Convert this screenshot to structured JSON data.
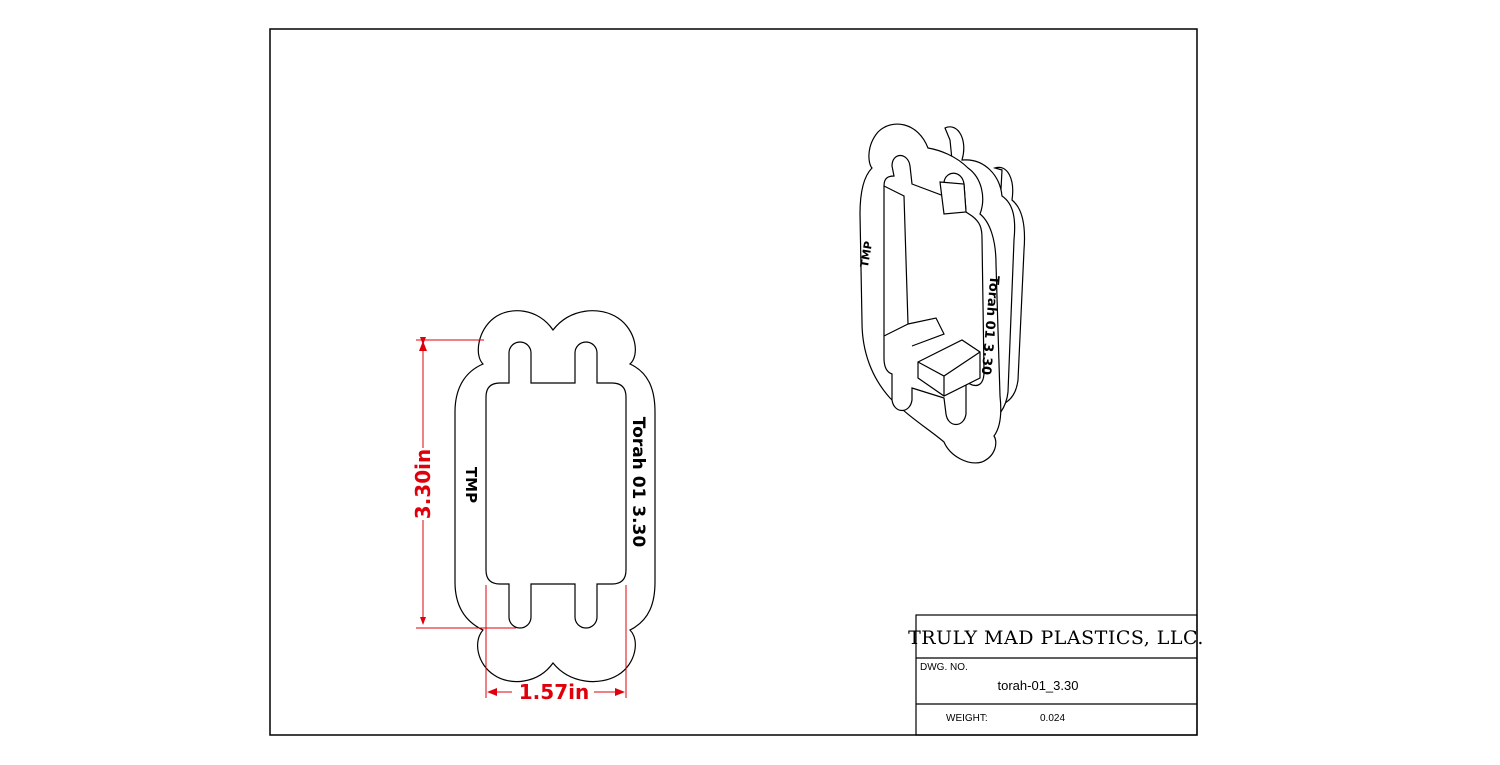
{
  "drawing": {
    "dimensions": {
      "height": "3.30in",
      "width": "1.57in"
    },
    "part_engraving": {
      "left": "TMP",
      "right": "Torah 01 3.30"
    },
    "iso_engraving": {
      "left": "TMP",
      "right": "Torah 01 3.30"
    },
    "colors": {
      "dimension": "#e0000b",
      "line": "#000000"
    }
  },
  "title_block": {
    "company": "TRULY MAD PLASTICS, LLC.",
    "dwg_no_label": "DWG. NO.",
    "dwg_no": "torah-01_3.30",
    "weight_label": "WEIGHT:",
    "weight": "0.024"
  }
}
